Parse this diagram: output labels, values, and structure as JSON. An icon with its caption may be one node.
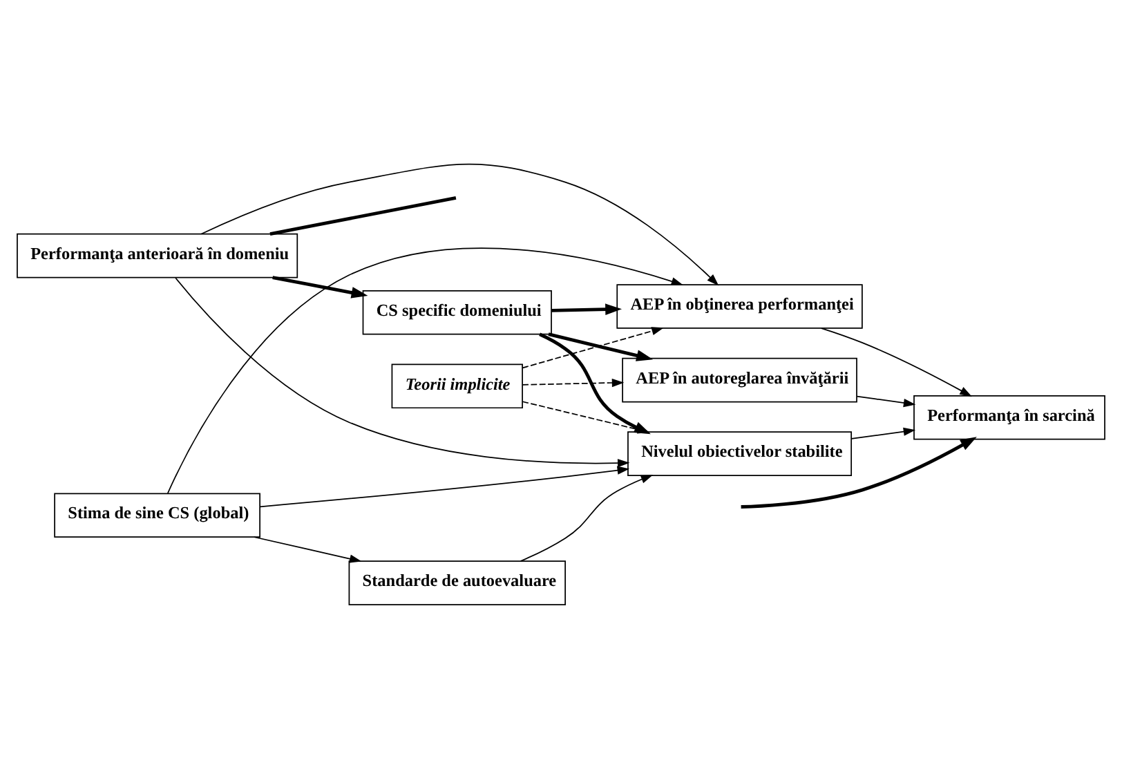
{
  "diagram": {
    "nodes": [
      {
        "text": [
          "Teorii implicite"
        ]
      },
      {
        "text": [
          "AEP în obţinerea performanţei"
        ]
      },
      {
        "text": [
          "Performanţa anterioară în domeniu"
        ]
      },
      {
        "text": [
          "CS specific domeniului"
        ]
      },
      {
        "text": [
          "AEP în autoreglarea învăţării"
        ]
      },
      {
        "text": [
          "Performanţa în sarcină"
        ]
      },
      {
        "text": [
          "Nivelul obiectivelor stabilite"
        ]
      },
      {
        "text": [
          "Stima de sine CS (global)"
        ]
      },
      {
        "text": [
          "Standarde de autoevaluare"
        ]
      }
    ],
    "edges": [
      {
        "from": 7,
        "to": 1,
        "arrow": "to"
      },
      {
        "from": 2,
        "to": 1,
        "arrow": "to"
      },
      {
        "from": 2,
        "to": 3,
        "arrow": "to",
        "style": "thick"
      },
      {
        "from": 3,
        "to": 1,
        "arrow": "to",
        "style": "thick"
      },
      {
        "from": 3,
        "to": 4,
        "arrow": "to",
        "style": "thick"
      },
      {
        "from": 3,
        "to": 6,
        "arrow": "to",
        "style": "thick"
      },
      {
        "from": 0,
        "to": 1,
        "arrow": "to",
        "style": "dashed"
      },
      {
        "from": 0,
        "to": 4,
        "arrow": "to",
        "style": "dashed"
      },
      {
        "from": 0,
        "to": 6,
        "arrow": "to",
        "style": "dashed"
      },
      {
        "from": 1,
        "to": 5,
        "arrow": "to"
      },
      {
        "from": 4,
        "to": 5,
        "arrow": "to"
      },
      {
        "from": 6,
        "to": 5,
        "arrow": "to"
      },
      {
        "from": 2,
        "to": 6,
        "arrow": "to"
      },
      {
        "from": 7,
        "to": 6,
        "arrow": "to"
      },
      {
        "from": 7,
        "to": 8,
        "arrow": "to"
      },
      {
        "from": 8,
        "to": 6,
        "arrow": "to"
      },
      {
        "from": 2,
        "to": null,
        "arrow": "none",
        "style": "thick"
      },
      {
        "from": null,
        "to": 5,
        "arrow": "to",
        "style": "thick"
      }
    ]
  }
}
